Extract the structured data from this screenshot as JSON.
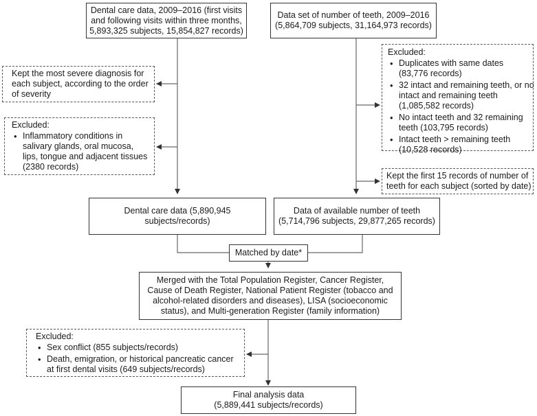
{
  "boxes": {
    "dental_source": {
      "lines": [
        "Dental care data, 2009–2016 (first visits",
        "and following visits within three months,",
        "5,893,325 subjects, 15,854,827 records)"
      ]
    },
    "teeth_source": {
      "lines": [
        "Data set of number of teeth, 2009–2016",
        "(5,864,709 subjects, 31,164,973 records)"
      ]
    },
    "kept_severe": {
      "lines": [
        "Kept the most severe diagnosis for",
        "each subject, according to the order",
        "of severity"
      ]
    },
    "excluded_inflammatory": {
      "header": "Excluded:",
      "items": [
        {
          "lines": [
            "Inflammatory conditions in",
            "salivary glands, oral mucosa,",
            "lips, tongue and adjacent tissues",
            "(2380 records)"
          ]
        }
      ]
    },
    "excluded_teeth": {
      "header": "Excluded:",
      "items": [
        {
          "lines": [
            "Duplicates with same dates",
            "(83,776 records)"
          ]
        },
        {
          "lines": [
            "32 intact and remaining teeth, or no",
            "intact and remaining teeth",
            "(1,085,582 records)"
          ]
        },
        {
          "lines": [
            "No intact teeth and 32 remaining",
            "teeth (103,795 records)"
          ]
        },
        {
          "lines": [
            "Intact teeth > remaining teeth",
            "(10,528 records)"
          ]
        }
      ]
    },
    "kept_first15": {
      "lines": [
        "Kept the first 15 records of number of",
        "teeth for each subject (sorted by date)"
      ]
    },
    "dental_result": {
      "lines": [
        "Dental care data (5,890,945",
        "subjects/records)"
      ]
    },
    "teeth_result": {
      "lines": [
        "Data of available number of teeth",
        "(5,714,796 subjects, 29,877,265 records)"
      ]
    },
    "matched": {
      "lines": [
        "Matched by date*"
      ]
    },
    "merged": {
      "lines": [
        "Merged with the Total Population Register, Cancer Register,",
        "Cause of Death Register, National Patient Register (tobacco and",
        "alcohol-related disorders and diseases), LISA (socioeconomic",
        "status), and Multi-generation Register (family information)"
      ]
    },
    "excluded_final": {
      "header": "Excluded:",
      "items": [
        {
          "lines": [
            "Sex conflict (855 subjects/records)"
          ]
        },
        {
          "lines": [
            "Death, emigration, or historical pancreatic cancer",
            "at first dental visits (649 subjects/records)"
          ]
        }
      ]
    },
    "final": {
      "lines": [
        "Final analysis data",
        "(5,889,441 subjects/records)"
      ]
    }
  }
}
